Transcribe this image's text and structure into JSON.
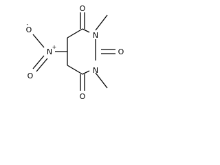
{
  "molecule": {
    "atoms": {
      "o_top": "O",
      "n_top_right": "N",
      "o_right": "O",
      "n_bottom_right": "N",
      "o_bottom": "O",
      "n_nitro": "N",
      "n_nitro_plus": "+",
      "o_nitro_upper": "O",
      "o_nitro_upper_minus": "-",
      "o_nitro_lower": "O"
    }
  }
}
